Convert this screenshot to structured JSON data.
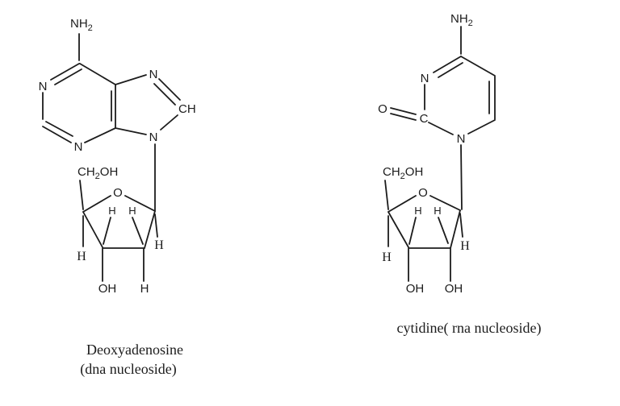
{
  "figure": {
    "ink_color": "#1c1c1c",
    "background_color": "#ffffff"
  },
  "left_molecule": {
    "name": "deoxyadenosine",
    "caption_line1": "Deoxyadenosine",
    "caption_line2": "(dna nucleoside)",
    "amine": {
      "main": "NH",
      "sub": "2"
    },
    "base_atoms": {
      "n1": "N",
      "n3": "N",
      "n7": "N",
      "n9": "N",
      "c8": "CH"
    },
    "sugar": {
      "ch2oh_c": "CH",
      "ch2oh_sub": "2",
      "ch2oh_oh": "OH",
      "ring_o": "O",
      "h_c3_up": "H",
      "h_c2_up": "H",
      "h_c4": "H",
      "h_c1": "H",
      "oh_c3": "OH",
      "h_c2_down": "H"
    }
  },
  "right_molecule": {
    "name": "cytidine",
    "caption": "cytidine( rna nucleoside)",
    "amine": {
      "main": "NH",
      "sub": "2"
    },
    "base_atoms": {
      "n3": "N",
      "c2": "C",
      "n1": "N",
      "carbonyl_o": "O"
    },
    "sugar": {
      "ch2oh_c": "CH",
      "ch2oh_sub": "2",
      "ch2oh_oh": "OH",
      "ring_o": "O",
      "h_c3_up": "H",
      "h_c2_up": "H",
      "h_c4": "H",
      "h_c1": "H",
      "oh_c3": "OH",
      "oh_c2": "OH"
    }
  }
}
